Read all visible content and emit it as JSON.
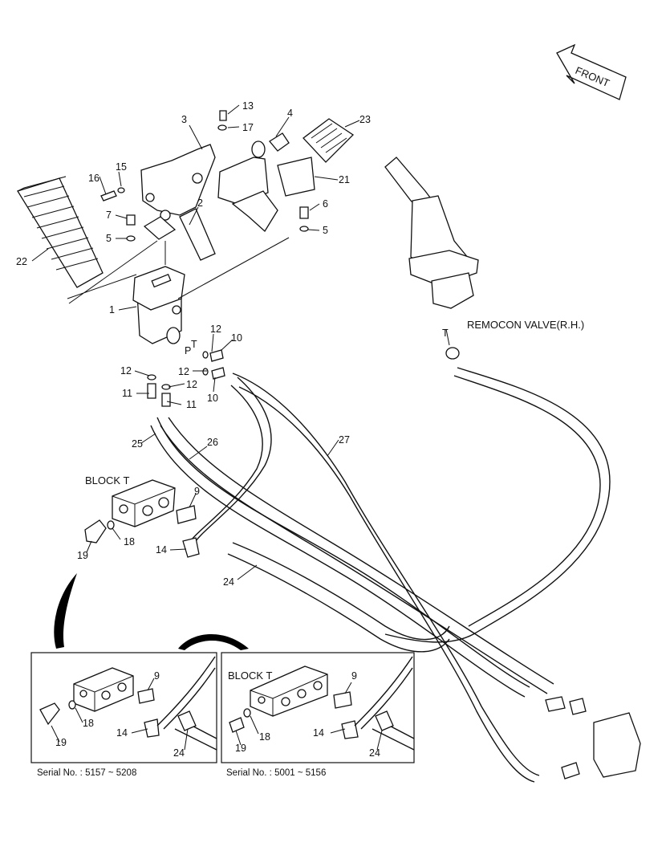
{
  "front_label": "FRONT",
  "remocon_label": "REMOCON VALVE(R.H.)",
  "block_t_label": "BLOCK T",
  "port_labels": {
    "p": "P",
    "t": "T",
    "t_valve": "T"
  },
  "callouts": {
    "c1": "1",
    "c2": "2",
    "c3": "3",
    "c4": "4",
    "c5a": "5",
    "c5b": "5",
    "c6": "6",
    "c7": "7",
    "c9": "9",
    "c10a": "10",
    "c10b": "10",
    "c11a": "11",
    "c11b": "11",
    "c12a": "12",
    "c12b": "12",
    "c12c": "12",
    "c12d": "12",
    "c13": "13",
    "c14": "14",
    "c15": "15",
    "c16": "16",
    "c17": "17",
    "c18": "18",
    "c19": "19",
    "c21": "21",
    "c22": "22",
    "c23": "23",
    "c24": "24",
    "c25": "25",
    "c26": "26",
    "c27": "27"
  },
  "inset_left": {
    "serial": "Serial No. : 5157 ~ 5208",
    "c9": "9",
    "c14": "14",
    "c18": "18",
    "c19": "19",
    "c24": "24"
  },
  "inset_right": {
    "block_t_label": "BLOCK T",
    "serial": "Serial No. : 5001 ~ 5156",
    "c9": "9",
    "c14": "14",
    "c18": "18",
    "c19": "19",
    "c24": "24"
  }
}
